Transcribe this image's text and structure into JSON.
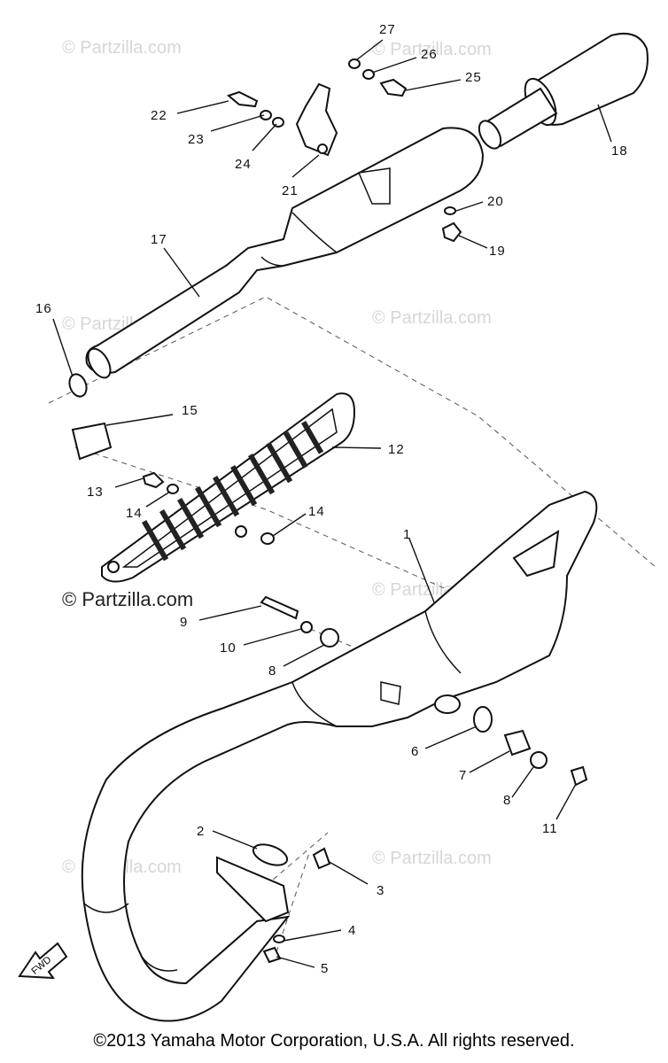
{
  "watermark": "© Partzilla.com",
  "partzilla_mark": "© Partzilla.com",
  "copyright": "©2013 Yamaha Motor Corporation, U.S.A. All rights reserved.",
  "fwd_label": "FWD",
  "callouts": {
    "c1": "1",
    "c2": "2",
    "c3": "3",
    "c4": "4",
    "c5": "5",
    "c6": "6",
    "c7": "7",
    "c8a": "8",
    "c8b": "8",
    "c9": "9",
    "c10": "10",
    "c11": "11",
    "c12": "12",
    "c13": "13",
    "c14a": "14",
    "c14b": "14",
    "c15": "15",
    "c16": "16",
    "c17": "17",
    "c18": "18",
    "c19": "19",
    "c20": "20",
    "c21": "21",
    "c22": "22",
    "c23": "23",
    "c24": "24",
    "c25": "25",
    "c26": "26",
    "c27": "27"
  }
}
